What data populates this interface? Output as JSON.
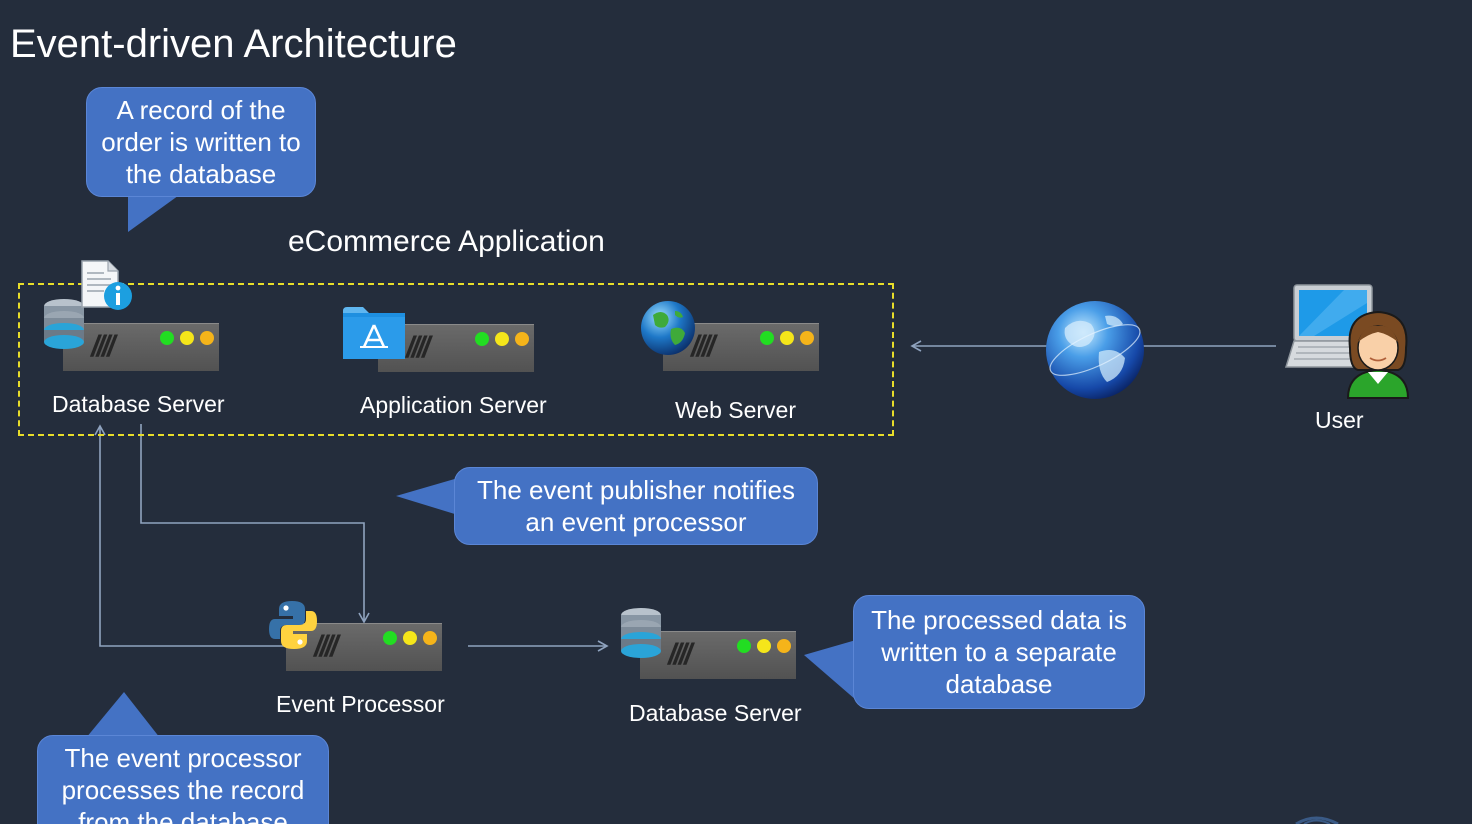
{
  "title": "Event-driven Architecture",
  "app_group": {
    "label": "eCommerce Application"
  },
  "nodes": {
    "db_server": {
      "label": "Database Server"
    },
    "app_server": {
      "label": "Application Server"
    },
    "web_server": {
      "label": "Web Server"
    },
    "user": {
      "label": "User"
    },
    "event_processor": {
      "label": "Event Processor"
    },
    "db_server_2": {
      "label": "Database Server"
    }
  },
  "callouts": {
    "record_written": "A record of the order is written to the database",
    "publisher_notifies": "The event publisher notifies an event processor",
    "processor_processes": "The event processor processes the record from the database",
    "processed_written": "The processed data is written to a separate database"
  },
  "colors": {
    "background": "#242d3c",
    "callout": "#4472c4",
    "group_border": "#e8dd2a",
    "connector": "#8fa3bf",
    "led_green": "#22dd22",
    "led_yellow": "#f5e61a",
    "led_amber": "#f5b41a"
  },
  "icons": [
    "document-info-icon",
    "database-icon",
    "app-store-folder-icon",
    "globe-icon",
    "laptop-icon",
    "user-avatar-icon",
    "python-icon"
  ]
}
